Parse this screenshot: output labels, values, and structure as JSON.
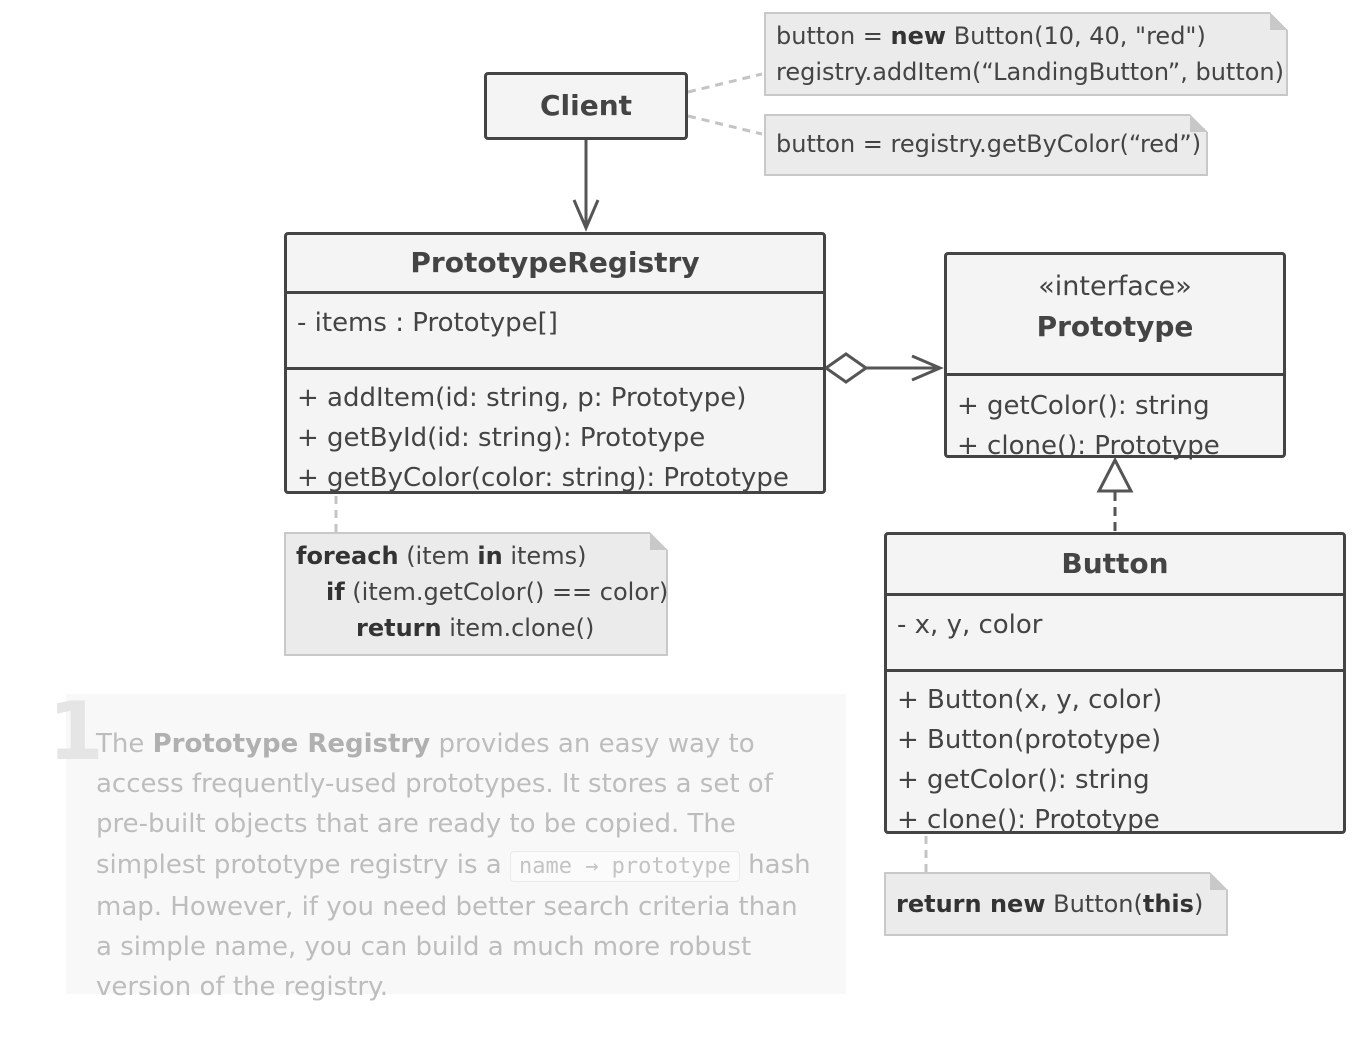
{
  "client": {
    "title": "Client"
  },
  "notes": {
    "client_note_1": {
      "line1_a": "button = ",
      "line1_kw": "new",
      "line1_b": " Button(10, 40, \"red\")",
      "line2": "registry.addItem(“LandingButton”, button)"
    },
    "client_note_2": {
      "line1": "button = registry.getByColor(“red”)"
    },
    "registry_note": {
      "l1_kw": "foreach",
      "l1_a": " (item ",
      "l1_kw2": "in",
      "l1_b": " items)",
      "l2_kw": "if",
      "l2_a": " (item.getColor() == color)",
      "l3_kw": "return",
      "l3_a": " item.clone()"
    },
    "button_note": {
      "kw1": "return new",
      "a": " Button(",
      "kw2": "this",
      "b": ")"
    }
  },
  "registry": {
    "title": "PrototypeRegistry",
    "fields": [
      "- items : Prototype[]"
    ],
    "methods": [
      "+ addItem(id: string, p: Prototype)",
      "+ getById(id: string): Prototype",
      "+ getByColor(color: string): Prototype"
    ]
  },
  "prototype": {
    "stereotype": "«interface»",
    "title": "Prototype",
    "methods": [
      "+ getColor(): string",
      "+ clone(): Prototype"
    ]
  },
  "button": {
    "title": "Button",
    "fields": [
      "- x, y, color"
    ],
    "methods": [
      "+ Button(x, y, color)",
      "+ Button(prototype)",
      "+ getColor(): string",
      "+ clone(): Prototype"
    ]
  },
  "description": {
    "number": "1",
    "p1": "The ",
    "p1_bold": "Prototype Registry",
    "p2": " provides an easy way to access frequently-used prototypes. It stores a set of pre-built objects that are ready to be copied. The simplest prototype registry is a ",
    "code": "name → prototype",
    "p3": " hash map. However, if you need better search criteria than a simple name, you can build a much more robust version of the registry."
  },
  "colors": {
    "stroke": "#444444",
    "note_fill": "#ebebeb",
    "note_border": "#c8c8c8",
    "class_fill": "#f4f4f4"
  }
}
